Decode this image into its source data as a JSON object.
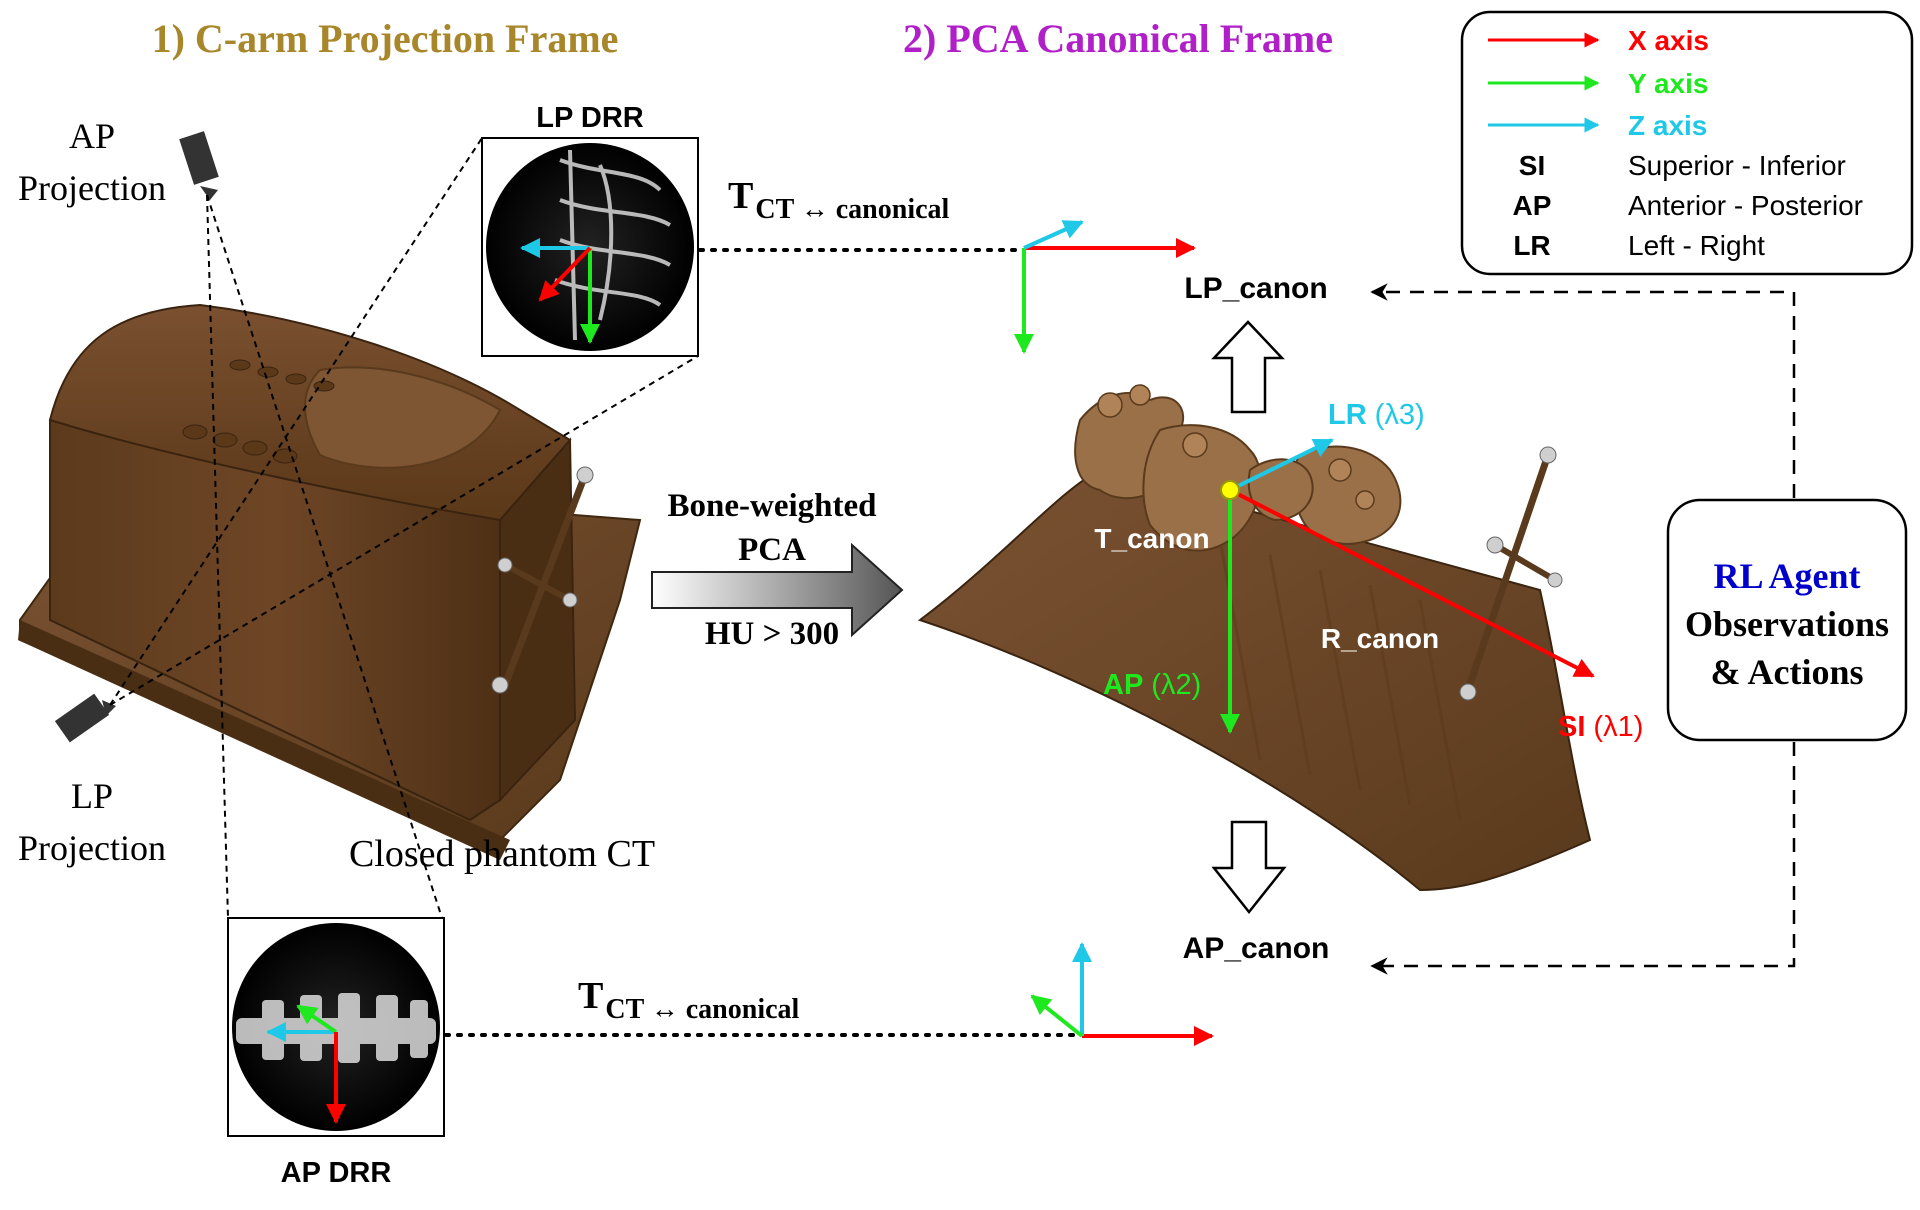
{
  "titles": {
    "left": "1) C-arm Projection  Frame",
    "right": "2) PCA Canonical Frame"
  },
  "colors": {
    "title_left": "#a8862a",
    "title_right": "#b01fc8",
    "x_axis": "#ff0000",
    "y_axis": "#1ee81e",
    "z_axis": "#1ec8e6",
    "rl_agent": "#0000cc",
    "phantom": "#6b4423"
  },
  "legend": {
    "x_label": "X axis",
    "y_label": "Y axis",
    "z_label": "Z axis",
    "rows": [
      {
        "abbr": "SI",
        "text": "Superior - Inferior"
      },
      {
        "abbr": "AP",
        "text": "Anterior - Posterior"
      },
      {
        "abbr": "LR",
        "text": "Left - Right"
      }
    ]
  },
  "left": {
    "ap_projection_line1": "AP",
    "ap_projection_line2": "Projection",
    "lp_projection_line1": "LP",
    "lp_projection_line2": "Projection",
    "phantom_label": "Closed phantom CT",
    "lp_drr_label": "LP DRR",
    "ap_drr_label": "AP DRR"
  },
  "transform": {
    "t_main": "T",
    "t_sub": "CT ↔ canonical"
  },
  "pca_arrow": {
    "line1": "Bone-weighted",
    "line2": "PCA",
    "line3": "HU > 300"
  },
  "right": {
    "lp_canon": "LP_canon",
    "ap_canon": "AP_canon",
    "t_canon": "T_canon",
    "r_canon": "R_canon",
    "lr_abbr": "LR",
    "lr_lambda": "(λ3)",
    "ap_abbr": "AP",
    "ap_lambda": "(λ2)",
    "si_abbr": "SI",
    "si_lambda": "(λ1)"
  },
  "rl_box": {
    "line1": "RL Agent",
    "line2": "Observations",
    "line3": "& Actions"
  }
}
